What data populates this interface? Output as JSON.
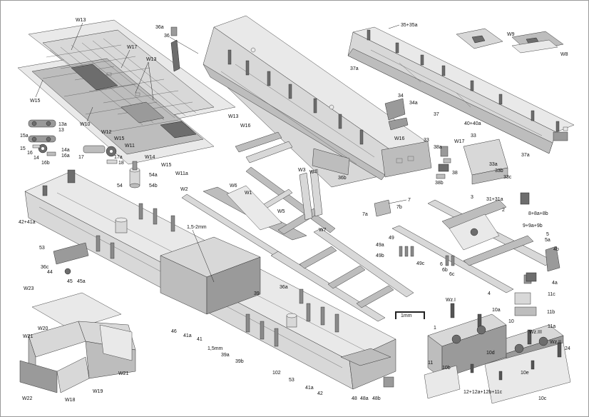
{
  "figure": {
    "labels": {
      "W13": "W13",
      "W17": "W17",
      "W15": "W15",
      "W10": "W10",
      "W12": "W12",
      "W11": "W11",
      "W14": "W14",
      "W16": "W16",
      "W11a": "W11a",
      "s36a": "36a",
      "s36": "36",
      "s34": "34",
      "s34a": "34a",
      "s36b": "36b",
      "s35": "35+35a",
      "s37a": "37a",
      "s37": "37",
      "s40": "40+40a",
      "W9": "W9",
      "W8": "W8",
      "W3": "W3",
      "W4": "W4",
      "W6": "W6",
      "W1": "W1",
      "W2": "W2",
      "W5": "W5",
      "W7": "W7",
      "s13a": "13a",
      "s13": "13",
      "s15a": "15a",
      "s15": "15",
      "s16": "16",
      "s14": "14",
      "s14a": "14a",
      "s16a": "16a",
      "s16b": "16b",
      "s17": "17",
      "s17a": "17a",
      "s18": "18",
      "s54a": "54a",
      "s54": "54",
      "s54b": "54b",
      "s42_41a": "42+41a",
      "s53": "53",
      "s36c": "36c",
      "s44": "44",
      "s45": "45",
      "s45a": "45a",
      "s15_2": "1,5-2mm",
      "s46": "46",
      "s41a": "41a",
      "s41": "41",
      "s15mm": "1,5mm",
      "s39a": "39a",
      "s39": "39",
      "s39b": "39b",
      "s102": "102",
      "s53b": "53",
      "s41a2": "41a",
      "s42": "42",
      "s48": "48",
      "s48a": "48a",
      "s48b": "48b",
      "s1mm": "1mm",
      "W23": "W23",
      "W20": "W20",
      "W21": "W21",
      "W21b": "W21",
      "W19": "W19",
      "W22": "W22",
      "W18": "W18",
      "W16b": "W16",
      "s33": "33",
      "s38a": "38a",
      "W17b": "W17",
      "s33b": "33",
      "s33a": "33a",
      "s33b2": "33b",
      "s33c": "33c",
      "s38": "38",
      "s38b": "38b",
      "s7": "7",
      "s7a": "7a",
      "s7b": "7b",
      "s3": "3",
      "s31": "31+31a",
      "s8": "8+8a+8b",
      "s2": "2",
      "s9": "9+9a+9b",
      "s5": "5",
      "s5a": "5a",
      "s4b": "4b",
      "s4a": "4a",
      "s49": "49",
      "s49a": "49a",
      "s49b": "49b",
      "s49c": "49c",
      "s6": "6",
      "s6b": "6b",
      "s6c": "6c",
      "s4": "4",
      "s11c": "11c",
      "s11b": "11b",
      "s11a": "11a",
      "WzI": "Wz.I",
      "s10a": "10a",
      "s10": "10",
      "s1": "1",
      "s10d": "10d",
      "WzIII": "Wz.III",
      "WzII": "Wz.II",
      "s24": "24",
      "s11": "11",
      "s10b": "10b",
      "s10e": "10e",
      "s12": "12+12a+12b+11c",
      "s10c": "10c"
    }
  }
}
